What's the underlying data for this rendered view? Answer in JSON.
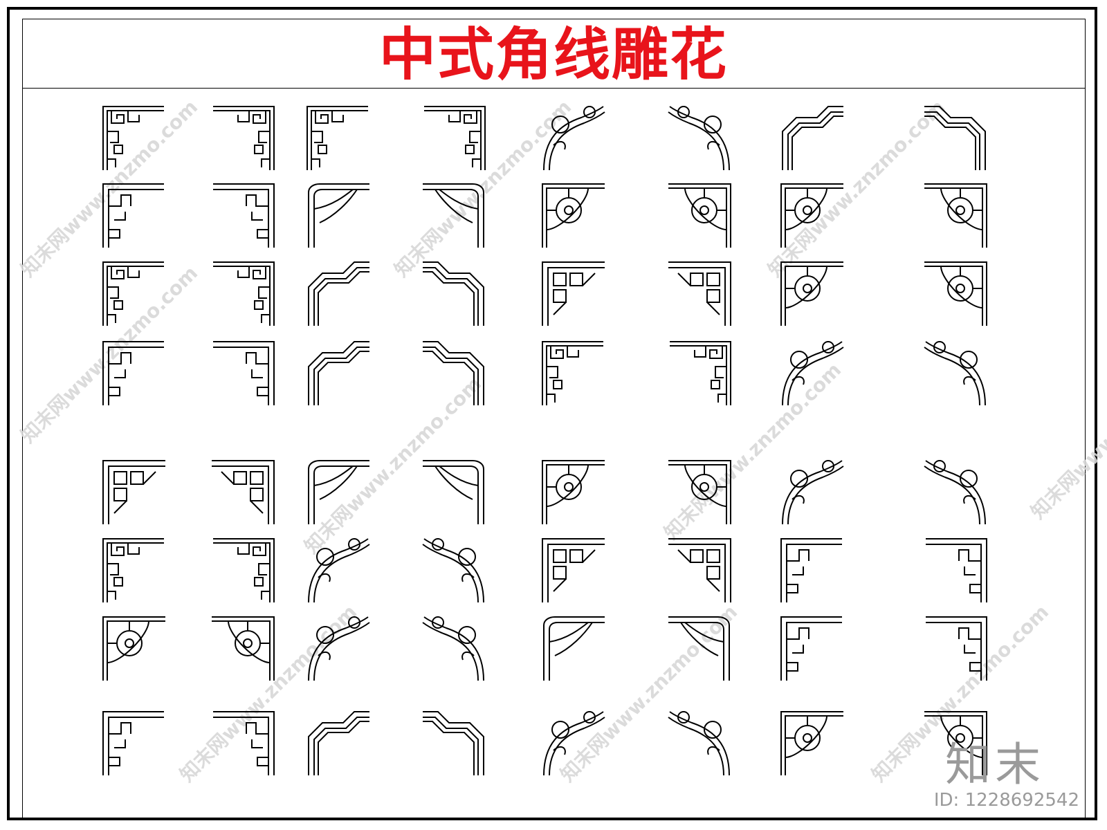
{
  "title": "中式角线雕花",
  "watermark_text": "知末网www.znzmo.com",
  "brand_logo": "知末",
  "id_label": "ID: 1228692542",
  "colors": {
    "title": "#e8141b",
    "lines": "#000000",
    "watermark": "#d8d8d8",
    "background": "#ffffff"
  },
  "corner_patterns": {
    "rows": 8,
    "columns": 8,
    "count": 64,
    "style": "line-drawing",
    "mirrored_pairs": true
  }
}
